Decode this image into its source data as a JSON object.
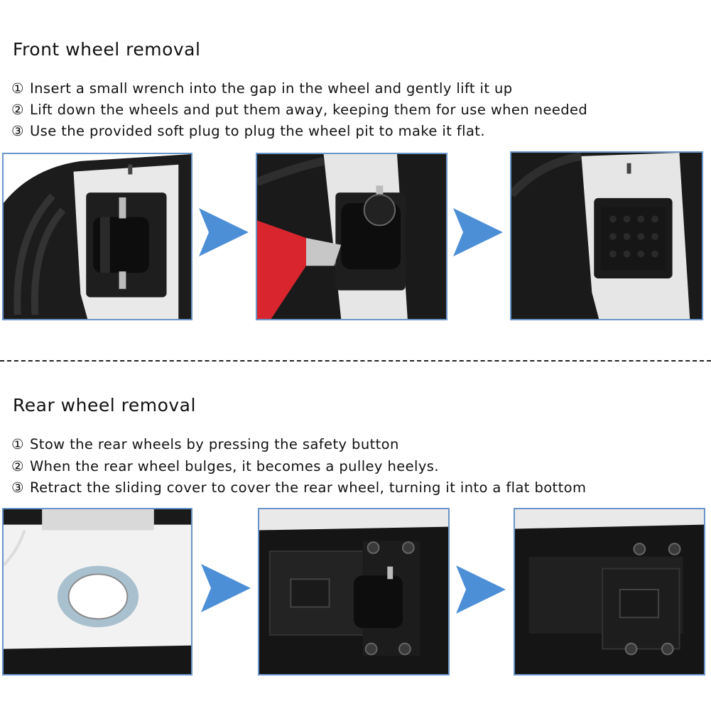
{
  "front": {
    "title": "Front wheel removal",
    "steps": [
      {
        "num": "①",
        "text": "Insert a small wrench into the gap in the wheel and gently lift it up"
      },
      {
        "num": "②",
        "text": "Lift down the wheels and put them away, keeping them for use when needed"
      },
      {
        "num": "③",
        "text": "Use the provided soft plug to plug the wheel pit to make it flat."
      }
    ]
  },
  "rear": {
    "title": "Rear wheel removal",
    "steps": [
      {
        "num": "①",
        "text": "Stow the rear wheels by pressing the safety button"
      },
      {
        "num": "②",
        "text": "When the rear wheel bulges, it becomes a pulley heelys."
      },
      {
        "num": "③",
        "text": "Retract the sliding cover to cover the rear wheel, turning it into a flat bottom"
      }
    ]
  },
  "colors": {
    "arrow": "#4d8fd6",
    "frame": "#6a95c9",
    "wrench": "#d8252e"
  }
}
